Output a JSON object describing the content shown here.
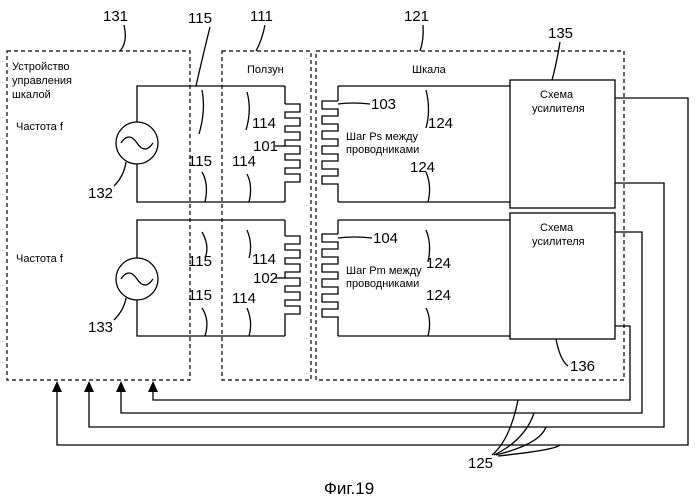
{
  "labels": {
    "controller_num": "131",
    "slider_num": "111",
    "scale_num": "121",
    "amp_top_num": "135",
    "amp_bottom_num": "136",
    "wire_num": "115",
    "wire115_a": "115",
    "wire115_b": "115",
    "wire115_c": "115",
    "wire114_a": "114",
    "wire114_b": "114",
    "wire114_c": "114",
    "wire114_d": "114",
    "wire124_a": "124",
    "wire124_b": "124",
    "wire124_c": "124",
    "wire124_d": "124",
    "src1_num": "132",
    "src2_num": "133",
    "coil101": "101",
    "coil102": "102",
    "coil103": "103",
    "coil104": "104",
    "bus125": "125"
  },
  "text": {
    "controller_title": [
      "Устройство",
      "управления",
      "шкалой"
    ],
    "freq1": "Частота f",
    "freq2": "Частота f",
    "slider_title": "Ползун",
    "scale_title": "Шкала",
    "pitch_s": [
      "Шаг Ps между",
      "проводниками"
    ],
    "pitch_m": [
      "Шаг Pm между",
      "проводниками"
    ],
    "amp_top": [
      "Схема",
      "усилителя"
    ],
    "amp_bottom": [
      "Схема",
      "усилителя"
    ],
    "caption": "Фиг.19"
  }
}
